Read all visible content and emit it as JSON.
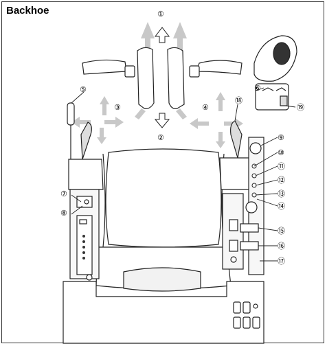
{
  "title": "Backhoe",
  "callouts": [
    {
      "id": "c1",
      "label": "①"
    },
    {
      "id": "c2",
      "label": "②"
    },
    {
      "id": "c3",
      "label": "③"
    },
    {
      "id": "c4",
      "label": "④"
    },
    {
      "id": "c5",
      "label": "⑤"
    },
    {
      "id": "c6",
      "label": "⑥"
    },
    {
      "id": "c7",
      "label": "⑦"
    },
    {
      "id": "c8",
      "label": "⑧"
    },
    {
      "id": "c9",
      "label": "⑨"
    },
    {
      "id": "c10",
      "label": "⑩"
    },
    {
      "id": "c11",
      "label": "⑪"
    },
    {
      "id": "c12",
      "label": "⑫"
    },
    {
      "id": "c13",
      "label": "⑬"
    },
    {
      "id": "c14",
      "label": "⑭"
    },
    {
      "id": "c15",
      "label": "⑮"
    },
    {
      "id": "c16",
      "label": "⑯"
    },
    {
      "id": "c17",
      "label": "⑰"
    },
    {
      "id": "c18",
      "label": "⑱"
    },
    {
      "id": "c19",
      "label": "⑲"
    }
  ],
  "colors": {
    "line": "#222222",
    "arrow": "#c8c8c8",
    "panel": "#f2f2f2",
    "dark": "#333333"
  }
}
